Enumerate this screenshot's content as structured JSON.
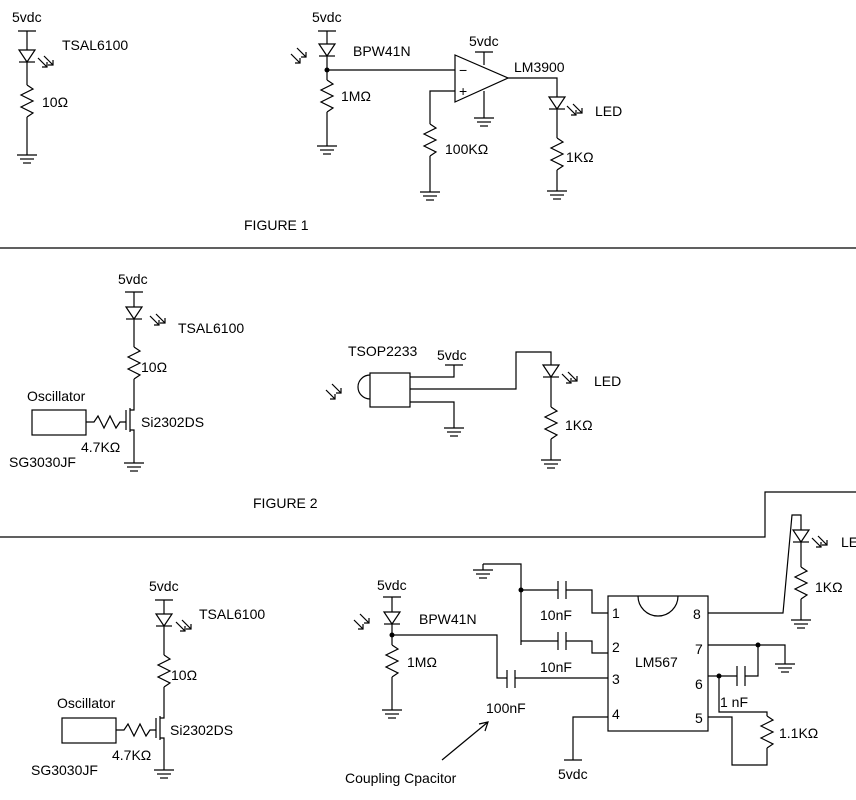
{
  "figure1": {
    "caption": "FIGURE 1",
    "emitter": {
      "supply": "5vdc",
      "led": "TSAL6100",
      "resistor": "10Ω"
    },
    "receiver": {
      "supply_pd": "5vdc",
      "photodiode": "BPW41N",
      "pd_resistor": "1MΩ",
      "opamp_supply": "5vdc",
      "opamp": "LM3900",
      "minus_sign": "−",
      "plus_sign": "+",
      "bias_resistor": "100KΩ",
      "led": "LED",
      "led_resistor": "1KΩ"
    }
  },
  "figure2": {
    "caption": "FIGURE 2",
    "emitter": {
      "supply": "5vdc",
      "led": "TSAL6100",
      "resistor": "10Ω",
      "oscillator": "Oscillator",
      "oscillator_part": "SG3030JF",
      "gate_resistor": "4.7KΩ",
      "mosfet": "Si2302DS"
    },
    "receiver": {
      "module": "TSOP2233",
      "supply": "5vdc",
      "led": "LED",
      "led_resistor": "1KΩ"
    }
  },
  "figure3": {
    "emitter": {
      "supply": "5vdc",
      "led": "TSAL6100",
      "resistor": "10Ω",
      "oscillator": "Oscillator",
      "oscillator_part": "SG3030JF",
      "gate_resistor": "4.7KΩ",
      "mosfet": "Si2302DS"
    },
    "receiver": {
      "supply_pd": "5vdc",
      "photodiode": "BPW41N",
      "pd_resistor": "1MΩ",
      "coupling_cap": "100nF",
      "coupling_note": "Coupling Cpacitor",
      "cap1": "10nF",
      "cap2": "10nF",
      "ic": "LM567",
      "pins": [
        "1",
        "2",
        "3",
        "4",
        "5",
        "6",
        "7",
        "8"
      ],
      "cap3": "1 nF",
      "timing_resistor": "1.1KΩ",
      "pin4_supply": "5vdc",
      "led": "LED",
      "led_resistor": "1KΩ"
    }
  }
}
